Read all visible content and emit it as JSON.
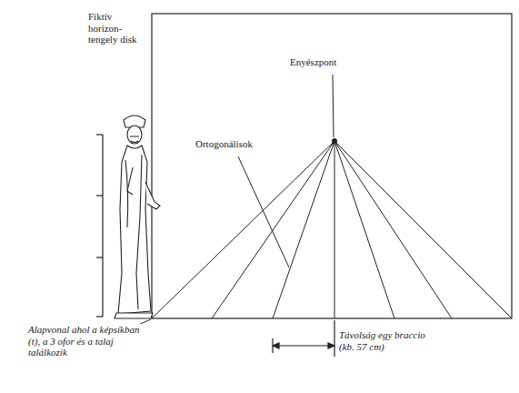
{
  "diagram": {
    "labels": [
      "Fiktív horizon- tengely disk",
      "Enyészpont",
      "Ortogonálisok",
      "Alapvonal ahol a képsíkban (t), a 3 ofor és a talaj találkozik",
      "Távolság egy braccio (kb. 57 cm)"
    ]
  }
}
